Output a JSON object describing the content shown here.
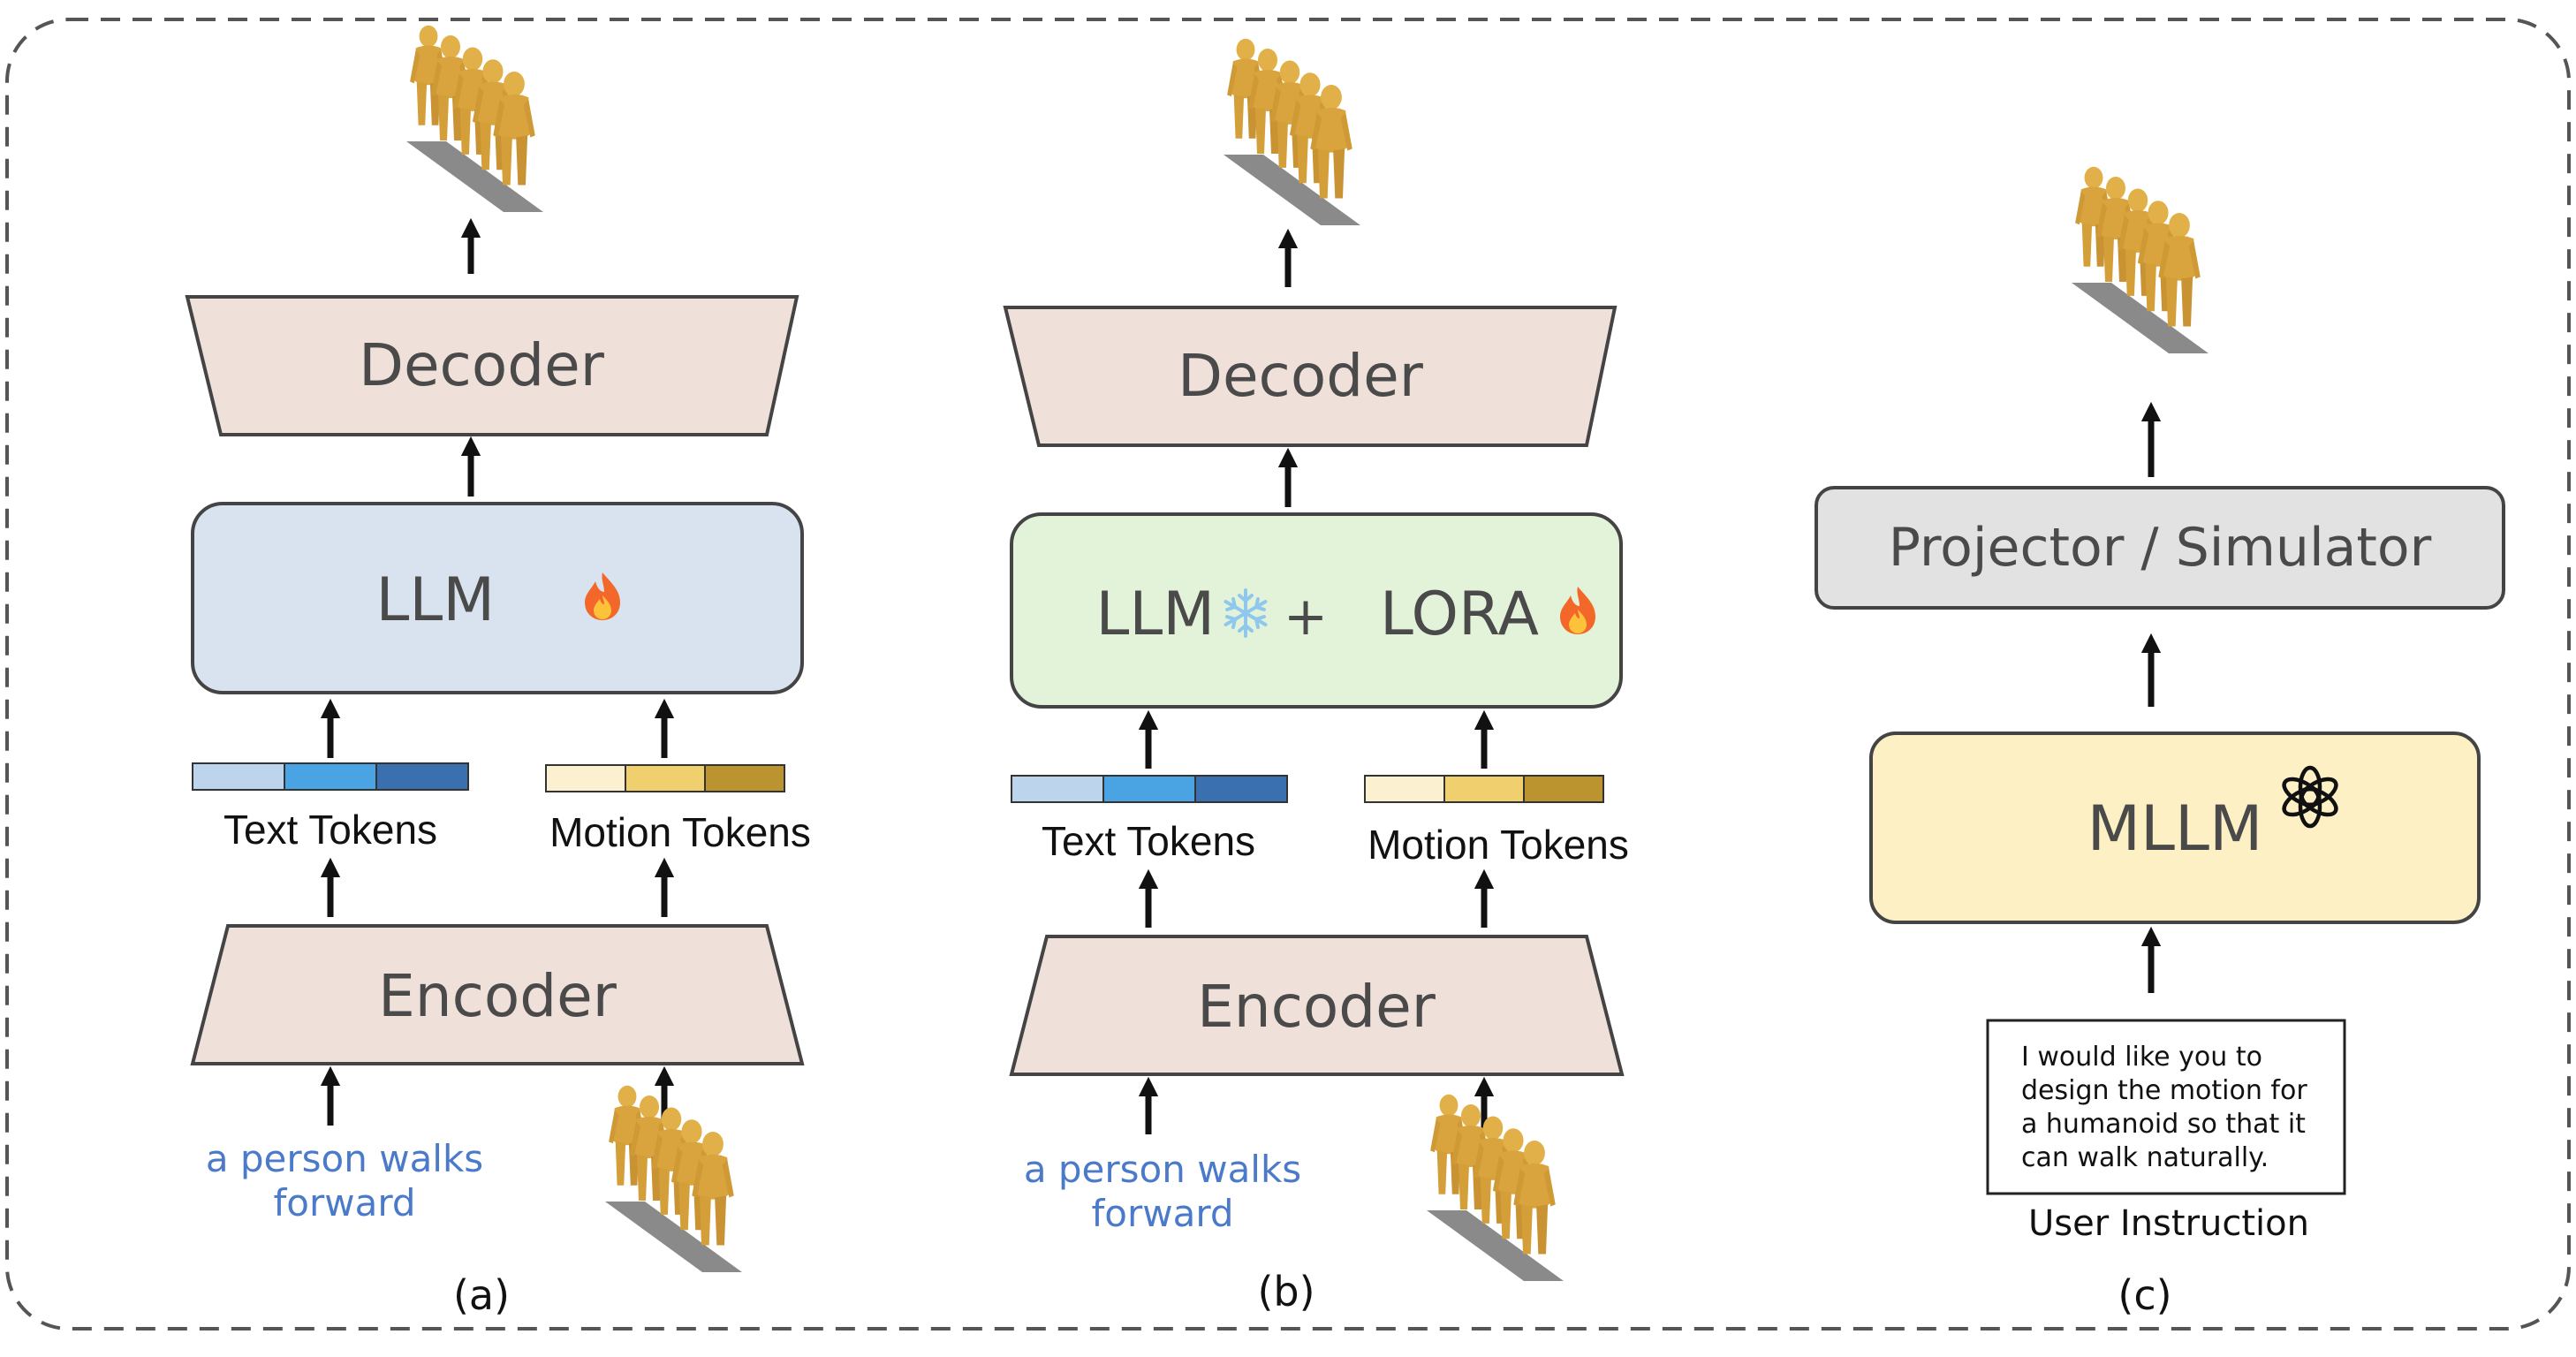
{
  "panel_a": {
    "decoder": "Decoder",
    "model": "LLM",
    "model_icon": "fire-icon",
    "text_tokens": "Text Tokens",
    "motion_tokens": "Motion Tokens",
    "encoder": "Encoder",
    "input_line1": "a person walks",
    "input_line2": "forward",
    "caption": "(a)"
  },
  "panel_b": {
    "decoder": "Decoder",
    "model": "LLM",
    "model_icon": "snowflake-icon",
    "plus": "+",
    "adapter": "LORA",
    "adapter_icon": "fire-icon",
    "text_tokens": "Text Tokens",
    "motion_tokens": "Motion Tokens",
    "encoder": "Encoder",
    "input_line1": "a person walks",
    "input_line2": "forward",
    "caption": "(b)"
  },
  "panel_c": {
    "projector": "Projector / Simulator",
    "model": "MLLM",
    "model_icon": "openai-logo-icon",
    "instruction_lines": [
      "I would like you to",
      "design the motion for",
      "a humanoid so that it",
      "can walk naturally."
    ],
    "instruction_label": "User Instruction",
    "caption": "(c)"
  },
  "colors": {
    "codec_fill": "#f0e0da",
    "llm_fill": "#d8e3ef",
    "lora_fill": "#e3f3da",
    "projector_fill": "#e2e2e2",
    "mllm_fill": "#fdf0c4",
    "input_text": "#4a7ac9",
    "text_token_colors": [
      "#bcd5ec",
      "#4aa3e2",
      "#3a6fb0"
    ],
    "motion_token_colors": [
      "#fbf0cf",
      "#f0cf6e",
      "#bb9430"
    ]
  }
}
